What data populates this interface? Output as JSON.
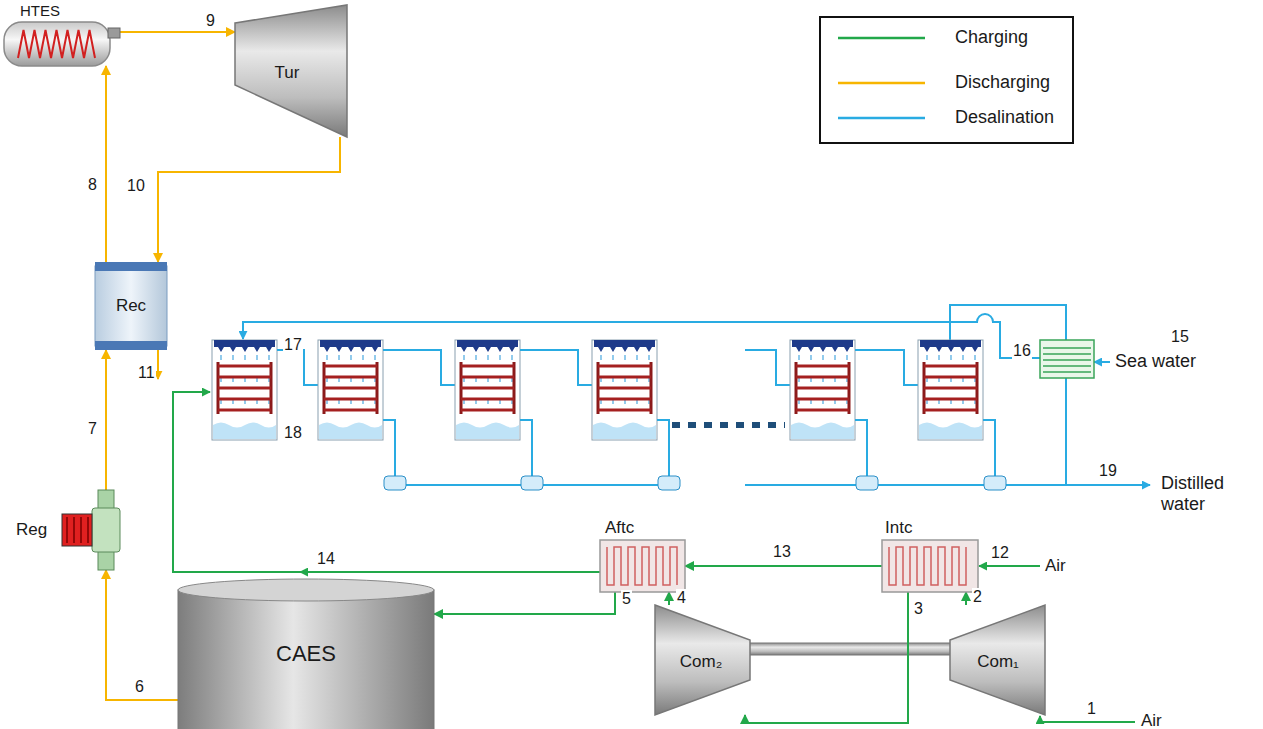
{
  "diagram": {
    "nodes": [
      {
        "text": [
          "HTES"
        ]
      },
      {
        "text": [
          "Tur"
        ]
      },
      {
        "text": [
          "Rec"
        ]
      },
      {
        "text": [
          "Reg"
        ]
      },
      {
        "text": [
          "CAES"
        ]
      },
      {
        "text": [
          "Aftc"
        ]
      },
      {
        "text": [
          "Intc"
        ]
      },
      {
        "text": [
          "Com₂"
        ]
      },
      {
        "text": [
          "Com₁"
        ]
      }
    ],
    "edges": [
      {
        "from": 0,
        "to": 1,
        "arrow": "to",
        "label": "9"
      },
      {
        "from": 1,
        "to": 2,
        "arrow": "to",
        "label": "10"
      },
      {
        "from": 2,
        "to": 0,
        "arrow": "to",
        "label": "8"
      },
      {
        "from": 4,
        "to": 3,
        "arrow": "to",
        "label": "6"
      },
      {
        "from": 3,
        "to": 2,
        "arrow": "to",
        "label": "7"
      },
      {
        "from": 8,
        "to": 6,
        "arrow": "to",
        "label": "2"
      },
      {
        "from": 6,
        "to": 7,
        "arrow": "to",
        "label": "3"
      },
      {
        "from": 7,
        "to": 5,
        "arrow": "to",
        "label": "4"
      },
      {
        "from": 5,
        "to": 4,
        "arrow": "to",
        "label": "5"
      },
      {
        "from": 6,
        "to": 5,
        "arrow": "to",
        "label": "13"
      }
    ],
    "labels": [
      "11",
      "12",
      "Air",
      "1",
      "Air",
      "14",
      "15",
      "Sea water",
      "16",
      "17",
      "18",
      "19",
      "Distilled water"
    ],
    "legend": [
      {
        "text": "Charging"
      },
      {
        "text": "Discharging"
      },
      {
        "text": "Desalination"
      }
    ]
  }
}
